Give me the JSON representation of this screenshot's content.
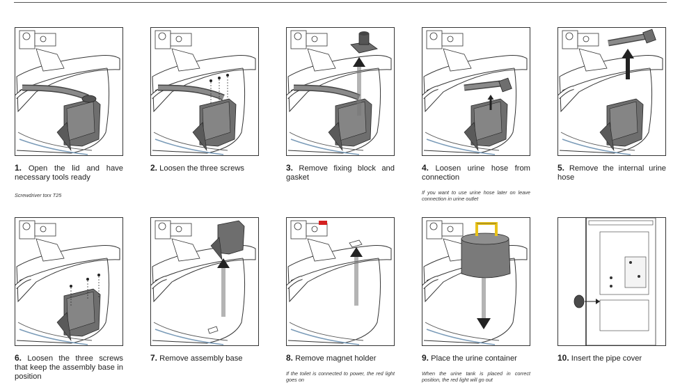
{
  "steps": [
    {
      "number": "1.",
      "text": "Open the lid and have necessary tools ready",
      "note": "Screwdriver torx T25",
      "illustration": "open-lid-illustration"
    },
    {
      "number": "2.",
      "text": "Loosen the three screws",
      "note": "",
      "illustration": "loosen-screws-illustration"
    },
    {
      "number": "3.",
      "text": "Remove fixing block and gasket",
      "note": "",
      "illustration": "remove-fixing-block-illustration"
    },
    {
      "number": "4.",
      "text": "Loosen urine hose from connection",
      "note": "If you want to use urine hose later on leave connection in urine outlet",
      "illustration": "loosen-urine-hose-illustration"
    },
    {
      "number": "5.",
      "text": "Remove the internal urine hose",
      "note": "",
      "illustration": "remove-hose-illustration"
    },
    {
      "number": "6.",
      "text": "Loosen the three screws that keep the assembly base in position",
      "note": "",
      "illustration": "loosen-base-screws-illustration"
    },
    {
      "number": "7.",
      "text": "Remove assembly base",
      "note": "",
      "illustration": "remove-assembly-base-illustration"
    },
    {
      "number": "8.",
      "text": "Remove magnet holder",
      "note": "If the toilet is connected to power, the red light goes on",
      "illustration": "remove-magnet-holder-illustration"
    },
    {
      "number": "9.",
      "text": "Place the urine container",
      "note": "When the urine tank is placed in correct position, the red light will go out",
      "illustration": "place-container-illustration"
    },
    {
      "number": "10.",
      "text": "Insert the pipe cover",
      "note": "",
      "illustration": "insert-pipe-cover-illustration"
    }
  ],
  "colors": {
    "outline": "#333333",
    "part_gray": "#6e6e6e",
    "arrow": "#222222",
    "handle_yellow": "#e8c21a",
    "indicator_red": "#d42020"
  }
}
